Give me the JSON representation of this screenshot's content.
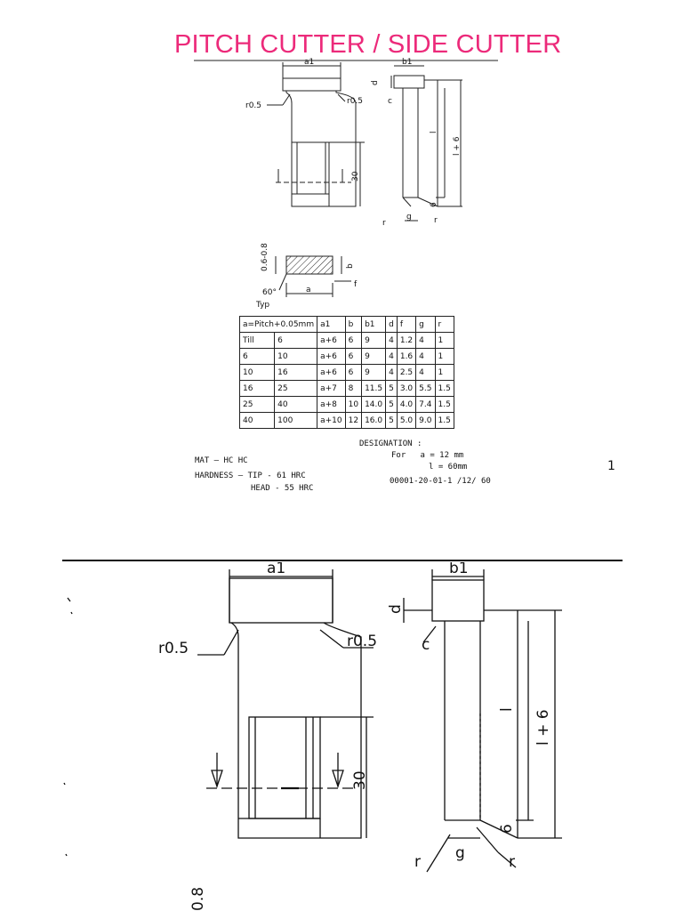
{
  "page": {
    "title": "PITCH CUTTER  /  SIDE CUTTER",
    "page_number": "1"
  },
  "drawing_small": {
    "labels": {
      "a1": "a1",
      "b1": "b1",
      "d": "d",
      "c": "c",
      "r05_left": "r0.5",
      "r05_right": "r0.5",
      "dim30": "30",
      "l": "l",
      "l_plus_6": "l + 6",
      "g": "g",
      "r_left": "r",
      "r_right": "r",
      "six": "6",
      "range": "0.6-0.8",
      "b": "b",
      "f": "f",
      "a": "a",
      "angle": "60°",
      "typ": "Typ"
    }
  },
  "table": {
    "headers": [
      "a=Pitch+0.05mm",
      "a1",
      "b",
      "b1",
      "d",
      "f",
      "g",
      "r"
    ],
    "rows": [
      [
        "Till",
        "6",
        "a+6",
        "6",
        "9",
        "4",
        "1.2",
        "4",
        "1"
      ],
      [
        "6",
        "10",
        "a+6",
        "6",
        "9",
        "4",
        "1.6",
        "4",
        "1"
      ],
      [
        "10",
        "16",
        "a+6",
        "6",
        "9",
        "4",
        "2.5",
        "4",
        "1"
      ],
      [
        "16",
        "25",
        "a+7",
        "8",
        "11.5",
        "5",
        "3.0",
        "5.5",
        "1.5"
      ],
      [
        "25",
        "40",
        "a+8",
        "10",
        "14.0",
        "5",
        "4.0",
        "7.4",
        "1.5"
      ],
      [
        "40",
        "100",
        "a+10",
        "12",
        "16.0",
        "5",
        "5.0",
        "9.0",
        "1.5"
      ]
    ]
  },
  "notes": {
    "designation_title": "DESIGNATION :",
    "for_line": "For   a = 12 mm",
    "l_line": "l = 60mm",
    "code": "00001-20-01-1 /12/ 60",
    "mat": "MAT — HC HC",
    "hardness_tip": "HARDNESS — TIP - 61 HRC",
    "hardness_head": "HEAD - 55 HRC"
  },
  "drawing_large": {
    "labels": {
      "a1": "a1",
      "b1": "b1",
      "d": "d",
      "c": "c",
      "r05_left": "r0.5",
      "r05_right": "r0.5",
      "dim30": "30",
      "l": "l",
      "l_plus_6": "l + 6",
      "g": "g",
      "r_left": "r",
      "r_right": "r",
      "six": "6",
      "partial": "0.8"
    }
  }
}
